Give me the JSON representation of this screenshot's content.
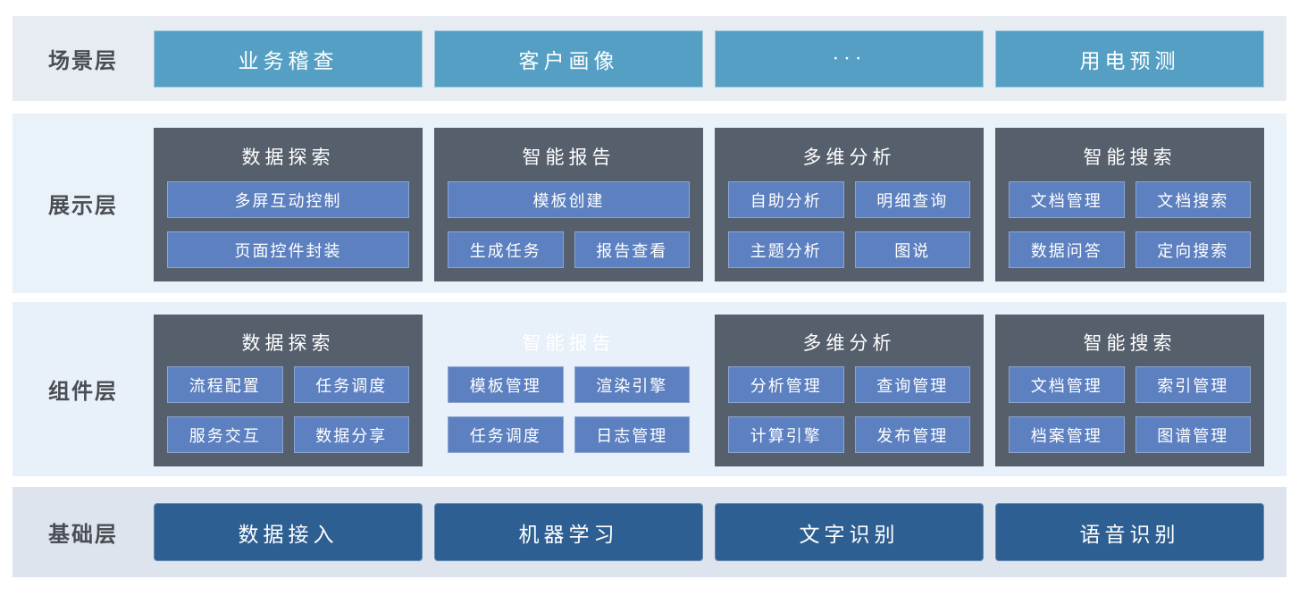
{
  "palette": {
    "scene_button": "#549fc3",
    "module_card": "#565f6c",
    "module_button": "#5c80c0",
    "base_button": "#2e5f92",
    "band_scene_bg": "#e7ebf2",
    "band_display_bg": "#e9f1f9",
    "band_component_bg": "#e8f0f9",
    "band_base_bg": "#dde4ee",
    "label_text": "#4a4d53",
    "button_text": "#ffffff"
  },
  "layers": [
    {
      "label": "场景层",
      "buttons": [
        "业务稽查",
        "客户画像",
        "···",
        "用电预测"
      ]
    },
    {
      "label": "展示层",
      "cards": [
        {
          "title": "数据探索",
          "rows": [
            [
              "多屏互动控制"
            ],
            [
              "页面控件封装"
            ]
          ]
        },
        {
          "title": "智能报告",
          "rows": [
            [
              "模板创建"
            ],
            [
              "生成任务",
              "报告查看"
            ]
          ]
        },
        {
          "title": "多维分析",
          "rows": [
            [
              "自助分析",
              "明细查询"
            ],
            [
              "主题分析",
              "图说"
            ]
          ]
        },
        {
          "title": "智能搜索",
          "rows": [
            [
              "文档管理",
              "文档搜索"
            ],
            [
              "数据问答",
              "定向搜索"
            ]
          ]
        }
      ]
    },
    {
      "label": "组件层",
      "cards": [
        {
          "title": "数据探索",
          "rows": [
            [
              "流程配置",
              "任务调度"
            ],
            [
              "服务交互",
              "数据分享"
            ]
          ]
        },
        {
          "title": "智能报告",
          "rows": [
            [
              "模板管理",
              "渲染引擎"
            ],
            [
              "任务调度",
              "日志管理"
            ]
          ]
        },
        {
          "title": "多维分析",
          "rows": [
            [
              "分析管理",
              "查询管理"
            ],
            [
              "计算引擎",
              "发布管理"
            ]
          ]
        },
        {
          "title": "智能搜索",
          "rows": [
            [
              "文档管理",
              "索引管理"
            ],
            [
              "档案管理",
              "图谱管理"
            ]
          ]
        }
      ]
    },
    {
      "label": "基础层",
      "buttons": [
        "数据接入",
        "机器学习",
        "文字识别",
        "语音识别"
      ]
    }
  ]
}
